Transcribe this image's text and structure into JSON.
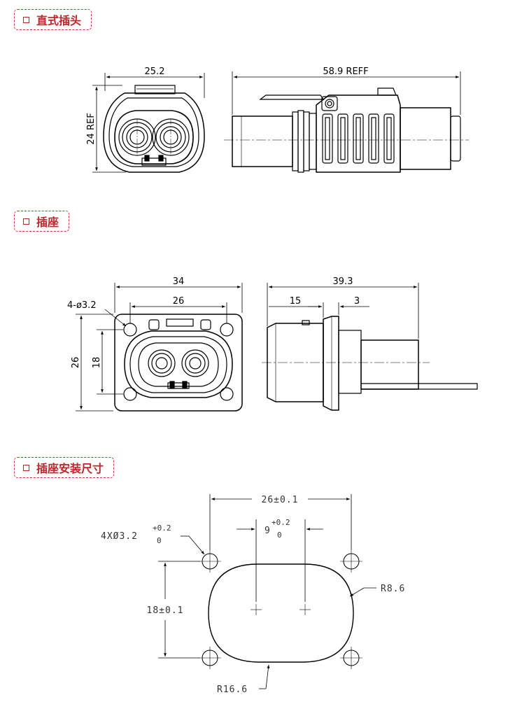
{
  "sections": [
    {
      "label": "直式插头"
    },
    {
      "label": "插座"
    },
    {
      "label": "插座安装尺寸"
    }
  ],
  "plug": {
    "front_width": "25.2",
    "front_height": "24 REF",
    "side_length": "58.9 REFF"
  },
  "socket": {
    "flange_width": "34",
    "hole_pitch_x": "26",
    "hole_callout": "4-ø3.2",
    "flange_height": "26",
    "hole_pitch_y": "18",
    "side_length": "39.3",
    "side_front": "15",
    "side_flange": "3"
  },
  "mounting": {
    "hole_pitch_x": "26±0.1",
    "hole_callout_main": "4XØ3.2",
    "hole_tol_upper": "+0.2",
    "hole_tol_lower": "0",
    "pin_pitch_main": "9",
    "pin_tol_upper": "+0.2",
    "pin_tol_lower": "0",
    "hole_pitch_y": "18±0.1",
    "radius_small": "R8.6",
    "radius_large": "R16.6"
  }
}
